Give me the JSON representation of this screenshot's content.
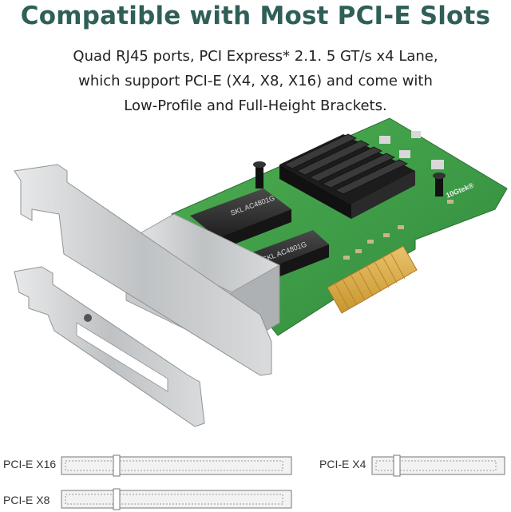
{
  "header": {
    "title": "Compatible with Most PCI-E Slots"
  },
  "description": {
    "line1": "Quad RJ45 ports, PCI Express* 2.1. 5 GT/s x4 Lane,",
    "line2": "which support PCI-E (X4, X8, X16) and come with",
    "line3": "Low-Profile and Full-Height Brackets."
  },
  "product": {
    "brand_logo": "10Gtek®",
    "chip_label_1": "SKL AC4801G",
    "chip_label_2": "SKL AC4801G",
    "port_count": 4
  },
  "slots": {
    "x16_label": "PCI-E X16",
    "x8_label": "PCI-E X8",
    "x4_label": "PCI-E X4"
  },
  "colors": {
    "title": "#2f5f57",
    "pcb": "#3f9a45",
    "heatsink": "#2a2a2a",
    "bracket": "#c9cbcd"
  }
}
